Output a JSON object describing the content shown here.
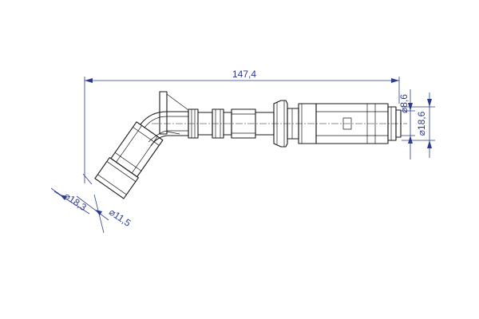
{
  "dimensions": {
    "overall_length": "147,4",
    "right_outer_diameter": "⌀18,6",
    "right_inner_diameter": "⌀8,6",
    "left_outer_diameter": "⌀18,3",
    "left_inner_diameter": "⌀11,5"
  },
  "colors": {
    "outline": "#1a1a1a",
    "dimension": "#2b3a8c",
    "background": "#ffffff"
  }
}
